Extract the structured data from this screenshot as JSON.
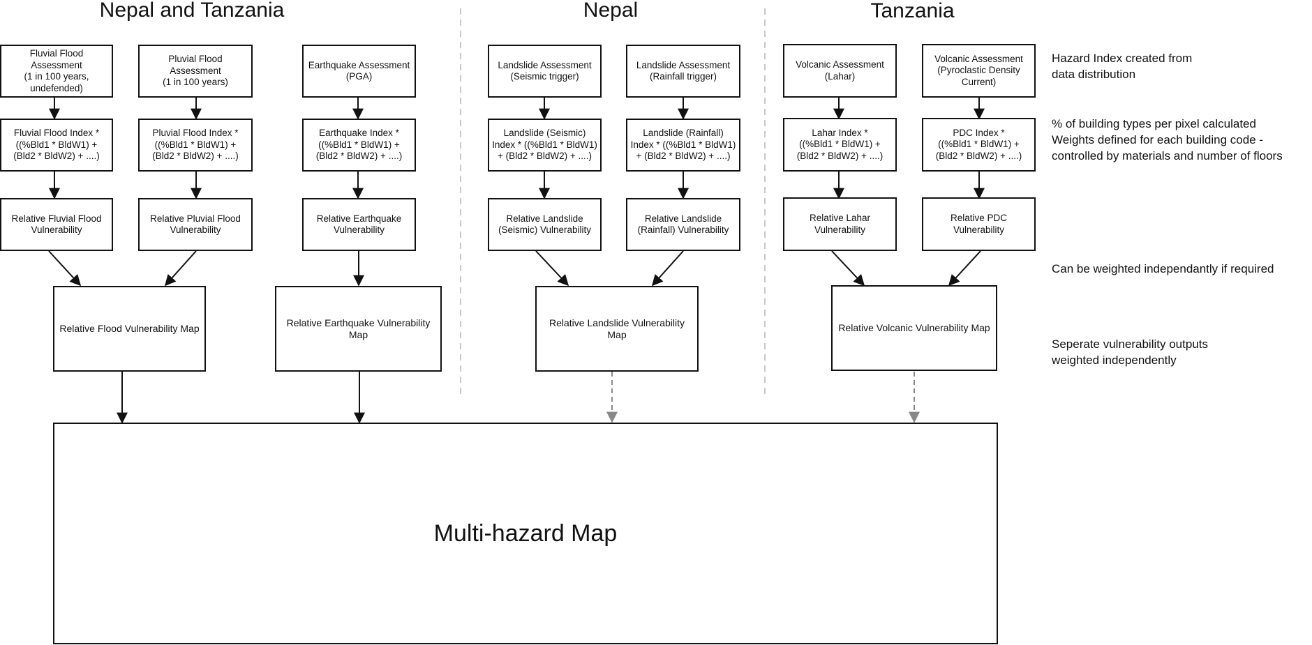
{
  "titles": {
    "shared": "Nepal and Tanzania",
    "nepal": "Nepal",
    "tanzania": "Tanzania"
  },
  "assessments": {
    "fluvial": "Fluvial Flood Assessment\n(1 in 100 years,\nundefended)",
    "pluvial": "Pluvial Flood Assessment\n(1 in 100 years)",
    "earthquake": "Earthquake Assessment\n(PGA)",
    "landslide_seismic": "Landslide Assessment\n(Seismic trigger)",
    "landslide_rainfall": "Landslide Assessment\n(Rainfall trigger)",
    "lahar": "Volcanic Assessment\n(Lahar)",
    "pdc": "Volcanic Assessment\n(Pyroclastic Density\nCurrent)"
  },
  "indices": {
    "fluvial": "Fluvial Flood Index *\n((%Bld1 * BldW1) +\n(Bld2 * BldW2) + ....)",
    "pluvial": "Pluvial Flood Index *\n((%Bld1 * BldW1) +\n(Bld2 * BldW2) + ....)",
    "earthquake": "Earthquake Index *\n((%Bld1 * BldW1) +\n(Bld2 * BldW2) + ....)",
    "landslide_seismic": "Landslide (Seismic)\nIndex * ((%Bld1 * BldW1)\n+ (Bld2 * BldW2) + ....)",
    "landslide_rainfall": "Landslide (Rainfall)\nIndex * ((%Bld1 * BldW1)\n+ (Bld2 * BldW2) + ....)",
    "lahar": "Lahar Index *\n((%Bld1 * BldW1) +\n(Bld2 * BldW2) + ....)",
    "pdc": "PDC Index *\n((%Bld1 * BldW1) +\n(Bld2 * BldW2) + ....)"
  },
  "relative": {
    "fluvial": "Relative Fluvial Flood\nVulnerability",
    "pluvial": "Relative Pluvial Flood\nVulnerability",
    "earthquake": "Relative Earthquake\nVulnerability",
    "landslide_seismic": "Relative Landslide\n(Seismic) Vulnerability",
    "landslide_rainfall": "Relative Landslide\n(Rainfall) Vulnerability",
    "lahar": "Relative Lahar\nVulnerability",
    "pdc": "Relative PDC\nVulnerability"
  },
  "maps": {
    "flood": "Relative Flood Vulnerability Map",
    "earthquake": "Relative Earthquake Vulnerability Map",
    "landslide": "Relative Landslide Vulnerability Map",
    "volcanic": "Relative Volcanic Vulnerability Map"
  },
  "multi_hazard": "Multi-hazard Map",
  "notes": {
    "hazard_index": "Hazard Index created from\ndata distribution",
    "building_types": "% of building types per pixel calculated\nWeights defined for each building code -\ncontrolled by materials and number of floors",
    "weighted": "Can be weighted independantly if required",
    "separate": "Seperate vulnerability outputs\nweighted independently"
  },
  "colors": {
    "line": "#111111",
    "dashed_arrow": "#888888",
    "divider": "#aaaaaa"
  }
}
